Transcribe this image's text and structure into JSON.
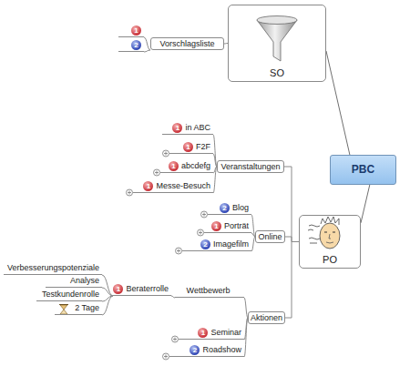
{
  "diagram": {
    "nodes": [
      {
        "text": [
          "PBC"
        ]
      },
      {
        "text": [
          "SO"
        ]
      },
      {
        "text": [
          "PO"
        ]
      },
      {
        "text": [
          "Vorschlagsliste"
        ]
      },
      {
        "text": [
          "1"
        ]
      },
      {
        "text": [
          "2"
        ]
      },
      {
        "text": [
          "Veranstaltungen"
        ]
      },
      {
        "text": [
          "1",
          "in ABC"
        ]
      },
      {
        "text": [
          "1",
          "F2F"
        ]
      },
      {
        "text": [
          "1",
          "abcdefg"
        ]
      },
      {
        "text": [
          "1",
          "Messe-Besuch"
        ]
      },
      {
        "text": [
          "Online"
        ]
      },
      {
        "text": [
          "2",
          "Blog"
        ]
      },
      {
        "text": [
          "1",
          "Porträt"
        ]
      },
      {
        "text": [
          "2",
          "Imagefilm"
        ]
      },
      {
        "text": [
          "Aktionen"
        ]
      },
      {
        "text": [
          "Wettbewerb"
        ]
      },
      {
        "text": [
          "1",
          "Beraterrolle"
        ]
      },
      {
        "text": [
          "Verbesserungspotenziale"
        ]
      },
      {
        "text": [
          "Analyse"
        ]
      },
      {
        "text": [
          "Testkundenrolle"
        ]
      },
      {
        "text": [
          "2 Tage"
        ]
      },
      {
        "text": [
          "1",
          "Seminar"
        ]
      },
      {
        "text": [
          "2",
          "Roadshow"
        ]
      }
    ],
    "edges": [
      {
        "from": 0,
        "to": 1,
        "arrow": "none"
      },
      {
        "from": 0,
        "to": 2,
        "arrow": "none"
      },
      {
        "from": 1,
        "to": 3,
        "arrow": "none"
      },
      {
        "from": 3,
        "to": 4,
        "arrow": "none"
      },
      {
        "from": 3,
        "to": 5,
        "arrow": "none"
      },
      {
        "from": 2,
        "to": 6,
        "arrow": "none"
      },
      {
        "from": 2,
        "to": 11,
        "arrow": "none"
      },
      {
        "from": 2,
        "to": 15,
        "arrow": "none"
      },
      {
        "from": 6,
        "to": 7,
        "arrow": "none"
      },
      {
        "from": 6,
        "to": 8,
        "arrow": "none"
      },
      {
        "from": 6,
        "to": 9,
        "arrow": "none"
      },
      {
        "from": 6,
        "to": 10,
        "arrow": "none"
      },
      {
        "from": 11,
        "to": 12,
        "arrow": "none"
      },
      {
        "from": 11,
        "to": 13,
        "arrow": "none"
      },
      {
        "from": 11,
        "to": 14,
        "arrow": "none"
      },
      {
        "from": 15,
        "to": 16,
        "arrow": "none"
      },
      {
        "from": 16,
        "to": 17,
        "arrow": "none"
      },
      {
        "from": 17,
        "to": 18,
        "arrow": "none"
      },
      {
        "from": 17,
        "to": 19,
        "arrow": "none"
      },
      {
        "from": 17,
        "to": 20,
        "arrow": "none"
      },
      {
        "from": 17,
        "to": 21,
        "arrow": "none"
      },
      {
        "from": 15,
        "to": 22,
        "arrow": "none"
      },
      {
        "from": 15,
        "to": 23,
        "arrow": "none"
      }
    ]
  }
}
